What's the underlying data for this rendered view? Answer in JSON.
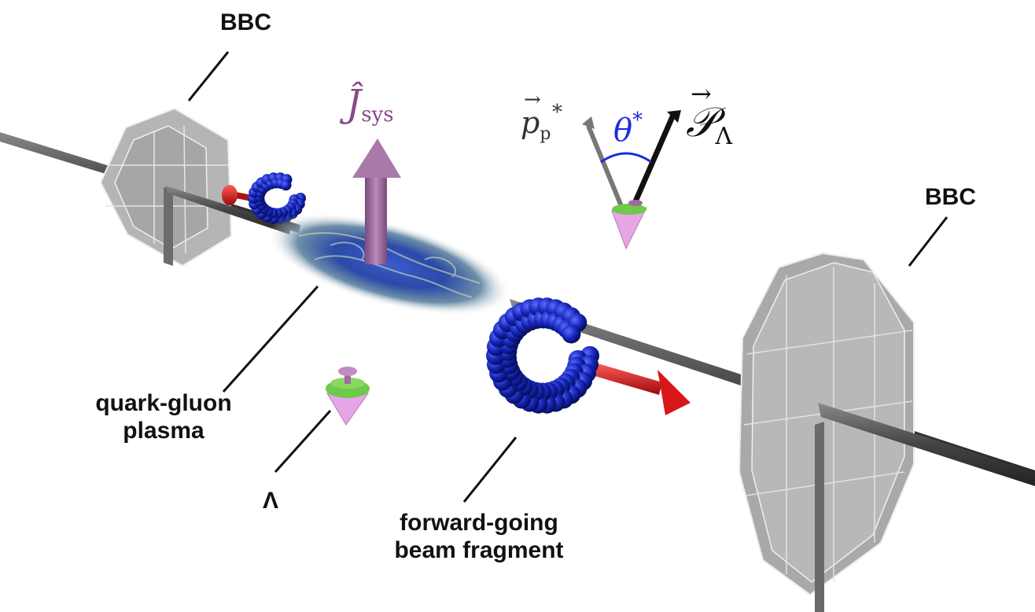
{
  "labels": {
    "bbc_left": "BBC",
    "bbc_right": "BBC",
    "qgp_line1": "quark-gluon",
    "qgp_line2": "plasma",
    "lambda": "Λ",
    "fragment_line1": "forward-going",
    "fragment_line2": "beam fragment"
  },
  "math": {
    "j_symbol": "Ĵ",
    "j_sub": "sys",
    "p_symbol": "p",
    "p_sub": "p",
    "p_sup": "*",
    "theta": "θ",
    "theta_sup": "*",
    "pol_symbol": "𝒫",
    "pol_sub": "Λ",
    "arrow_accent": "→"
  },
  "colors": {
    "j_arrow": "#9b6a9b",
    "theta": "#1a2ce0",
    "beam_arrow": "#c81414",
    "fragment": "#1020b0",
    "detector": "#a8a8a8",
    "beam_pipe": "#555555",
    "lambda_top": "#b07ab0",
    "lambda_ring": "#6fc94a",
    "lambda_bottom": "#e6a6e6"
  }
}
